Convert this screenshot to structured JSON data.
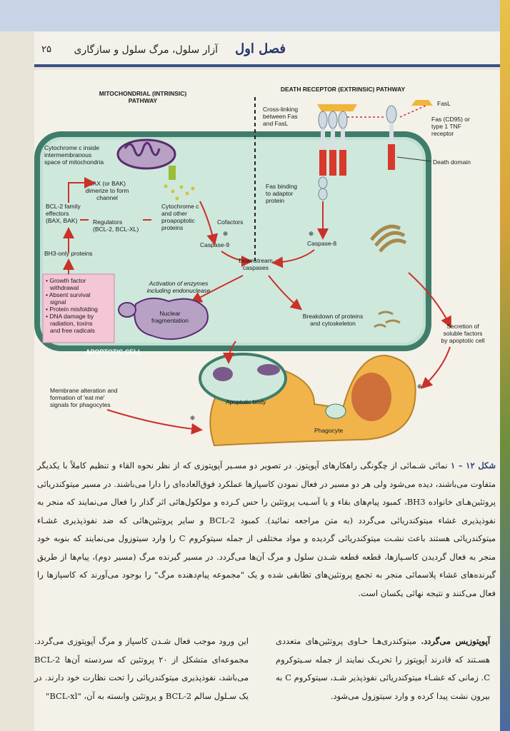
{
  "header": {
    "chapter": "فصل اول",
    "chapter_title": "آزار سلول، مرگ سلول و سازگاری",
    "page_number": "۲۵"
  },
  "figure": {
    "intrinsic_title_1": "MITOCHONDRIAL (INTRINSIC)",
    "intrinsic_title_2": "PATHWAY",
    "extrinsic_title": "DEATH RECEPTOR (EXTRINSIC) PATHWAY",
    "fasl": "FasL",
    "cross_linking": [
      "Cross-linking",
      "between Fas",
      "and FasL"
    ],
    "fas_receptor": [
      "Fas (CD95) or",
      "type 1 TNF",
      "receptor"
    ],
    "death_domain": "Death domain",
    "cytochrome_mito": [
      "Cytochrome c inside",
      "intermembranous",
      "space of mitochondria"
    ],
    "bax_dimerize": [
      "BAX (or BAK)",
      "dimerize to form",
      "channel"
    ],
    "bcl2_effectors": [
      "BCL-2 family",
      "effectors",
      "(BAX, BAK)"
    ],
    "regulators": [
      "Regulators",
      "(BCL-2, BCL-XL)"
    ],
    "cytochrome_other": [
      "Cytochrome c",
      "and other",
      "proapoptotic",
      "proteins"
    ],
    "cofactors": "Cofactors",
    "fas_binding": [
      "Fas binding",
      "to adaptor",
      "protein"
    ],
    "caspase9": "Caspase-9",
    "caspase8": "Caspase-8",
    "bh3": "BH3-only proteins",
    "stimuli": [
      "• Growth factor",
      "withdrawal",
      "• Absent survival",
      "signal",
      "• Protein misfolding",
      "• DNA damage by",
      "radiation, toxins",
      "and free radicals"
    ],
    "downstream": [
      "Downstream",
      "caspases"
    ],
    "activation_enzymes": [
      "Activation of enzymes",
      "including endonuclease"
    ],
    "nuclear_frag": [
      "Nuclear",
      "fragmentation"
    ],
    "breakdown": [
      "Breakdown of proteins",
      "and cytoskeleton"
    ],
    "secretion": [
      "Secretion of",
      "soluble factors",
      "by apoptotic cell"
    ],
    "apoptotic_cell": "APOPTOTIC CELL",
    "membrane_alt": [
      "Membrane alteration and",
      "formation of 'eat me'",
      "signals for phagocytes"
    ],
    "apoptotic_body": "Apoptotic body",
    "phagocyte": "Phagocyte",
    "plus": "⊕",
    "minus": "⊥"
  },
  "caption": {
    "figure_number": "شکل ۱۲ – ۱",
    "text": "نمائی شـمائی از چگونگی راهکارهای آپوپتوز. در تصویر دو مسـیر آپوپتوزی که از نظر نحوه القاء و تنظیم کاملاً با یکدیگر متفاوت می‌باشند، دیده می‌شود ولی هر دو مسیر در فعال نمودن کاسپازها عملکرد فوق‌العاده‌ای را دارا می‌باشند. در مسیر میتوکندریائی پروتئین‌هـای خانواده BH3، کمبود پیام‌های بقاء و یا آسـیب پروتئین را حس کـرده و مولکول‌هائی اثر گذار را فعال می‌نمایند که منجر به نفوذپذیری غشاء میتوکندریائی می‌گردد (به متن مراجعه نمائید). کمبود BCL-2 و سایر پروتئین‌هائی که ضد نفوذپذیری غشـاء میتوکندریائی هستند باعث نشـت میتوکندریائی گردیده و مواد مختلفی از جمله سیتوکروم C را وارد سیتوزول می‌نمایند که بنوبه خود منجر به فعال گردیدن کاسـپازها، قطعه قطعه شـدن سلول و مرگ آن‌ها می‌گردد. در مسیر گیرنده مرگ (مسیر دوم)، پیام‌ها از طریق گیرنده‌های غشاء پلاسمائی منجر به تجمع پروتئین‌های تطابقی شده و یک \"مجموعه پیام‌دهنده مرگ\" را بوجود می‌آورند که کاسپازها را فعال می‌کنند و نتیجه نهائی یکسان است."
  },
  "body": {
    "right_heading": "آپوپتوزیس می‌گردد.",
    "right_text": "میتوکندری‌هـا حـاوی پروتئین‌های متعددی هسـتند که قادرند آپوپتوز را تحریـک نمایند از جمله سـیتوکروم C. زمانی که غشـاء میتوکندریائی نفوذپذیر شـد، سیتوکروم C به بیرون نشت پیدا کرده و وارد سیتوزول می‌شود.",
    "left_text": "این ورود موجب فعال شـدن کاسپاز و مرگ آپوپتوزی می‌گردد. مجموعه‌ای متشکل از ۲۰ پروتئین که سردسته آن‌ها BCL-2 می‌باشد، نفوذپذیری میتوکندریائی را تحت نظارت خود دارند. در یک سـلول سالم BCL-2 و پروتئین وابسته به آن، \"BCL-xl\""
  }
}
